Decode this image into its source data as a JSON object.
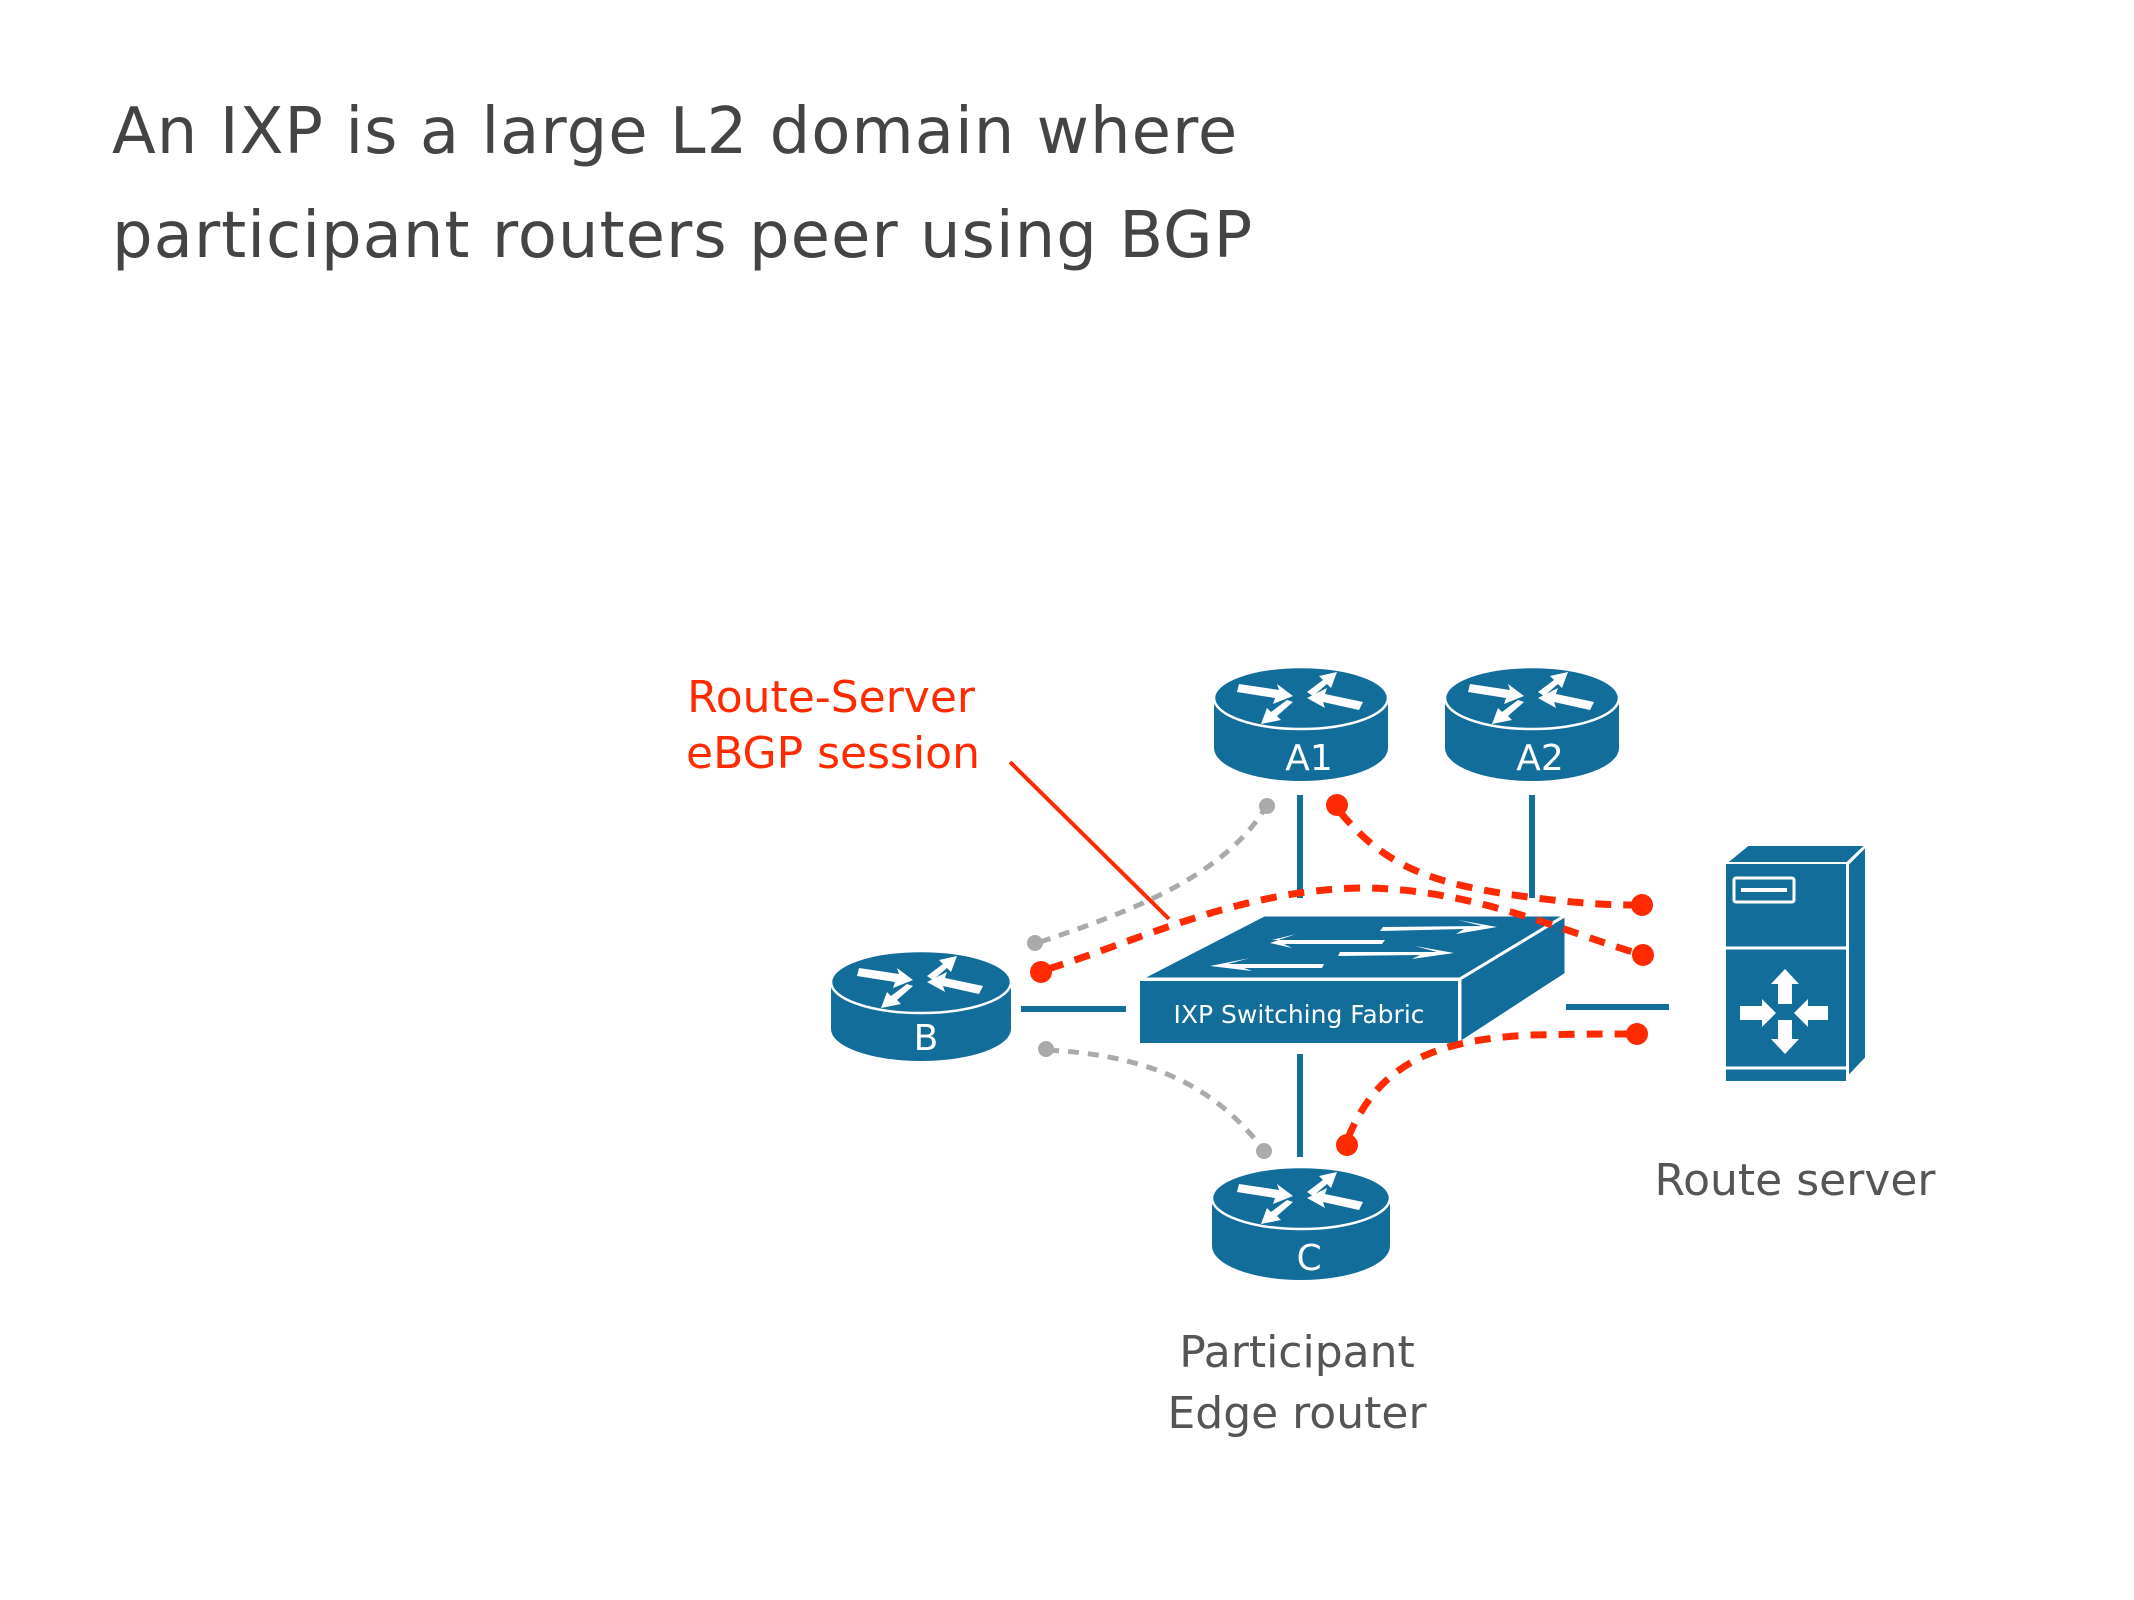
{
  "slide": {
    "title_lines": [
      "An IXP is a large L2 domain where",
      "participant routers peer using BGP"
    ]
  },
  "diagram": {
    "colors": {
      "device": "#136d9a",
      "link": "#136d9a",
      "rs_session": "#ff2a00",
      "peer_session": "#aaaaaa",
      "text": "#555555",
      "annotation": "#ff2a00"
    },
    "annotation": {
      "lines": [
        "Route-Server",
        "eBGP session"
      ]
    },
    "switch": {
      "label": "IXP Switching Fabric"
    },
    "routers": [
      {
        "id": "A1",
        "label": "A1"
      },
      {
        "id": "A2",
        "label": "A2"
      },
      {
        "id": "B",
        "label": "B"
      },
      {
        "id": "C",
        "label": "C"
      }
    ],
    "route_server": {
      "label": "Route server",
      "icon": "server-icon"
    },
    "captions": {
      "edge_router": [
        "Participant",
        "Edge router"
      ],
      "route_server": "Route server"
    },
    "sessions": {
      "route_server_sessions": [
        "A1-RS",
        "B-RS",
        "C-RS"
      ],
      "direct_peer_sessions": [
        "B-A1",
        "B-C"
      ]
    }
  }
}
